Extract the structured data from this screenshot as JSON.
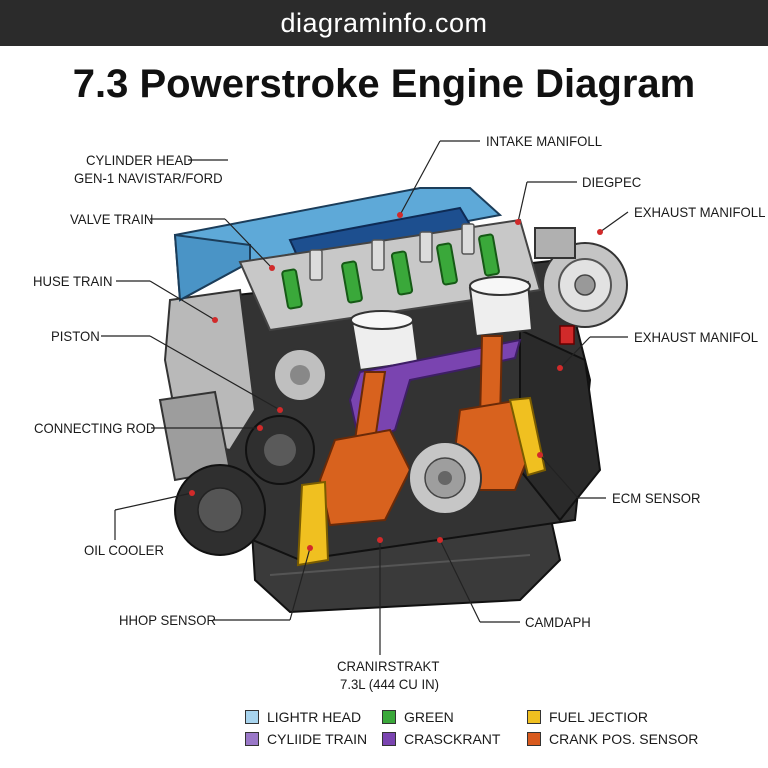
{
  "site": {
    "name": "diagraminfo.com"
  },
  "title": "7.3 Powerstroke Engine Diagram",
  "labels": {
    "cylinder_head": "CYLINDER HEAD",
    "cylinder_head_sub": "GEN-1 NAVISTAR/FORD",
    "valve_train": "VALVE TRAIN",
    "huse_train": "HUSE TRAIN",
    "piston": "PISTON",
    "connecting_rod": "CONNECTING ROD",
    "oil_cooler": "OIL COOLER",
    "hhop_sensor": "HHOP SENSOR",
    "intake_manifold": "INTAKE MANIFOLL",
    "diegpec": "DIEGPEC",
    "exhaust_manifold_top": "EXHAUST MANIFOLL",
    "exhaust_manifold_mid": "EXHAUST MANIFOL",
    "ecm_sensor": "ECM SENSOR",
    "camdaph": "CAMDAPH",
    "crankshaft": "CRANIRSTRAKT",
    "crankshaft_sub": "7.3L (444 CU IN)"
  },
  "legend": [
    {
      "label": "LIGHTR HEAD",
      "color": "#a8d4ee"
    },
    {
      "label": "GREEN",
      "color": "#3aa83a"
    },
    {
      "label": "FUEL JECTIOR",
      "color": "#f0c020"
    },
    {
      "label": "CYLIIDE TRAIN",
      "color": "#9a78c8"
    },
    {
      "label": "CRASCKRANT",
      "color": "#7a44b0"
    },
    {
      "label": "CRANK POS. SENSOR",
      "color": "#d85a1e"
    }
  ]
}
